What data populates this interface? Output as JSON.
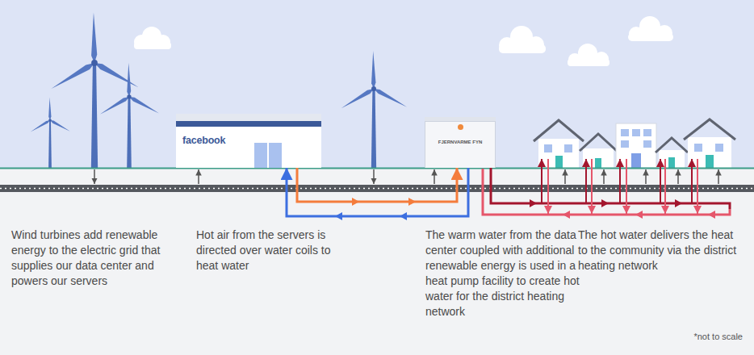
{
  "diagram": {
    "nodes": [
      {
        "text": [
          "facebook"
        ]
      },
      {
        "text": [
          "FJERNVARME FYN"
        ]
      }
    ],
    "edges": [
      {
        "from": 0,
        "to": 1,
        "arrow": "to"
      },
      {
        "from": 1,
        "to": 0,
        "arrow": "to"
      }
    ],
    "labels": [
      "Wind turbines add renewable energy to the electric grid that supplies our data center and powers our servers",
      "Hot air from the servers is directed over water coils to heat water",
      "The warm water from the data center coupled with additional renewable energy is used in a heat pump facility to create hot water for the district heating network",
      "The hot water delivers the heat to the community via the district heating network",
      "*not to scale"
    ]
  }
}
